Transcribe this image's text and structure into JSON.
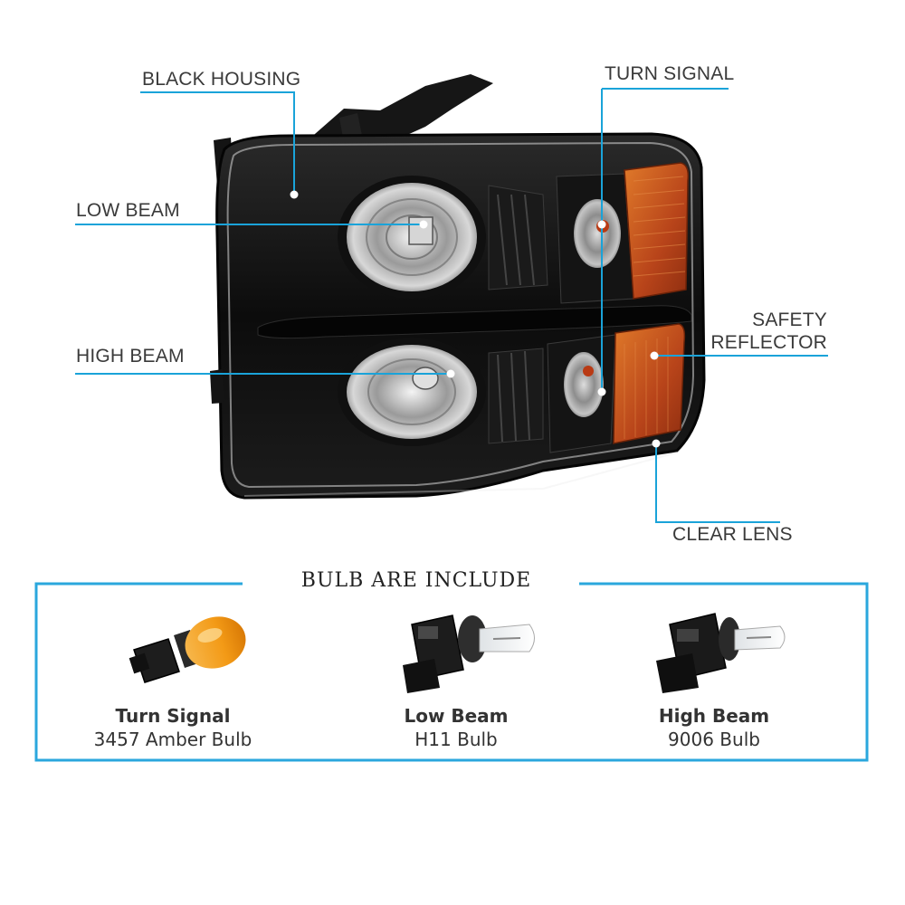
{
  "callouts": {
    "black_housing": "BLACK HOUSING",
    "turn_signal": "TURN SIGNAL",
    "low_beam": "LOW BEAM",
    "high_beam": "HIGH BEAM",
    "safety_reflector_line1": "SAFETY",
    "safety_reflector_line2": "REFLECTOR",
    "clear_lens": "CLEAR LENS"
  },
  "bulbs_section": {
    "title": "BULB ARE INCLUDE",
    "items": [
      {
        "name": "Turn Signal",
        "spec": "3457 Amber Bulb"
      },
      {
        "name": "Low Beam",
        "spec": "H11 Bulb"
      },
      {
        "name": "High Beam",
        "spec": "9006 Bulb"
      }
    ]
  },
  "colors": {
    "callout_line": "#1aa3d9",
    "frame_border": "#2aa7dd",
    "housing": "#111111",
    "amber": "#c8561a"
  },
  "icons": [
    "headlight-assembly-image",
    "amber-bulb-icon",
    "h11-bulb-icon",
    "9006-bulb-icon"
  ]
}
